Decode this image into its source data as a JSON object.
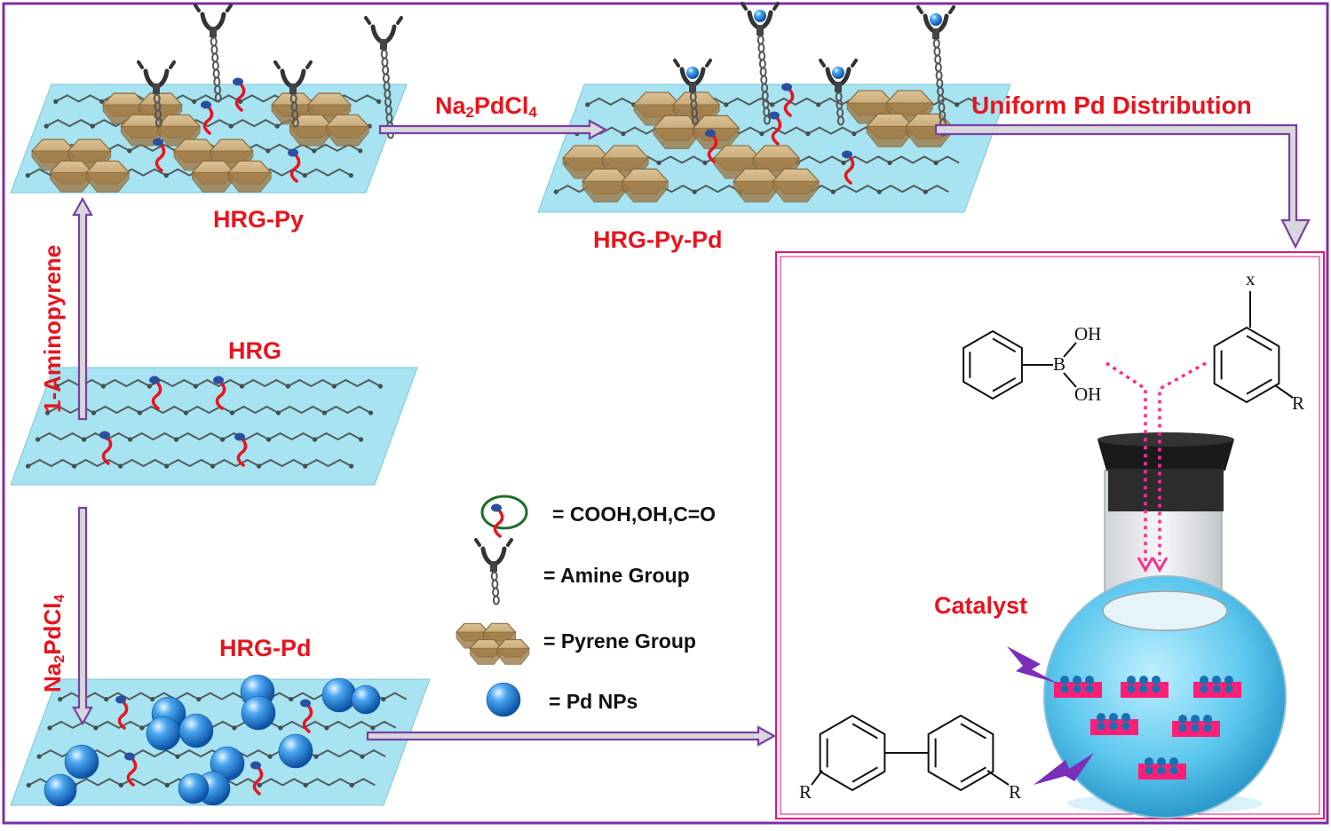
{
  "labels": {
    "hrg_py": "HRG-Py",
    "hrg_py_pd": "HRG-Py-Pd",
    "hrg": "HRG",
    "hrg_pd": "HRG-Pd",
    "uniform": "Uniform Pd Distribution",
    "aminopyrene": "1-Aminopyrene",
    "reagent_top_main": "Na",
    "reagent_top_sub": "2",
    "reagent_top_rest": "PdCl",
    "reagent_top_sub2": "4",
    "reagent_left_main": "Na",
    "reagent_left_sub": "2",
    "reagent_left_rest": "PdCl",
    "reagent_left_sub2": "4",
    "catalyst": "Catalyst"
  },
  "legend": {
    "items": [
      {
        "text": "= COOH,OH,C=O",
        "icon": "functional-group-icon"
      },
      {
        "text": "= Amine Group",
        "icon": "amine-group-icon"
      },
      {
        "text": "= Pyrene Group",
        "icon": "pyrene-group-icon"
      },
      {
        "text": "= Pd NPs",
        "icon": "pd-nanoparticle-icon"
      }
    ]
  },
  "chemistry": {
    "oh1": "OH",
    "oh2": "OH",
    "boron": "B",
    "halide": "x",
    "r_aryl": "R",
    "r_left": "R",
    "r_right": "R"
  },
  "colors": {
    "frame": "#7b2fa8",
    "arrow": "#7a3fa3",
    "label_red": "#e8141e",
    "sheet": "#a7e3f0",
    "pyrene": "#c8aa78",
    "pd": "#1e7fd8",
    "reaction_frame": "#e8147a"
  }
}
